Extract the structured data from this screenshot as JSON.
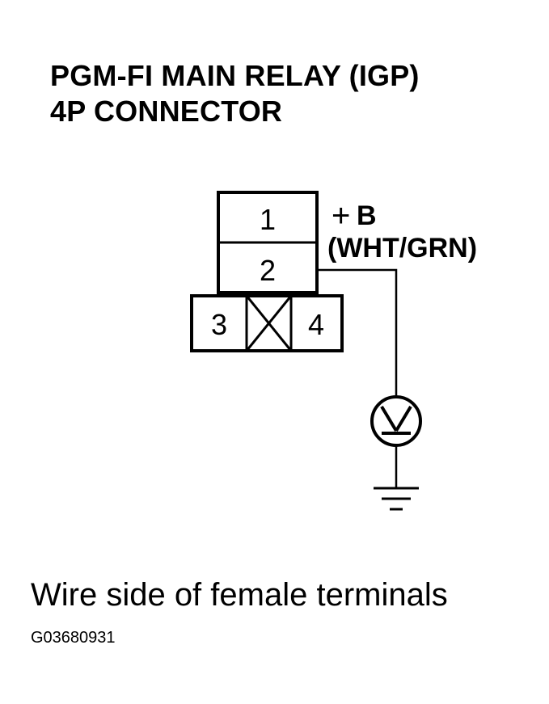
{
  "title": {
    "line1": "PGM-FI MAIN RELAY (IGP)",
    "line2": "4P CONNECTOR"
  },
  "connector": {
    "terminals": [
      "1",
      "2",
      "3",
      "4"
    ]
  },
  "labels": {
    "supply": "+B",
    "supply_sign": "+",
    "supply_letter": "B",
    "wire_color": "(WHT/GRN)"
  },
  "meter": {
    "icon": "voltmeter-icon"
  },
  "caption": "Wire side of female terminals",
  "figure_code": "G03680931"
}
